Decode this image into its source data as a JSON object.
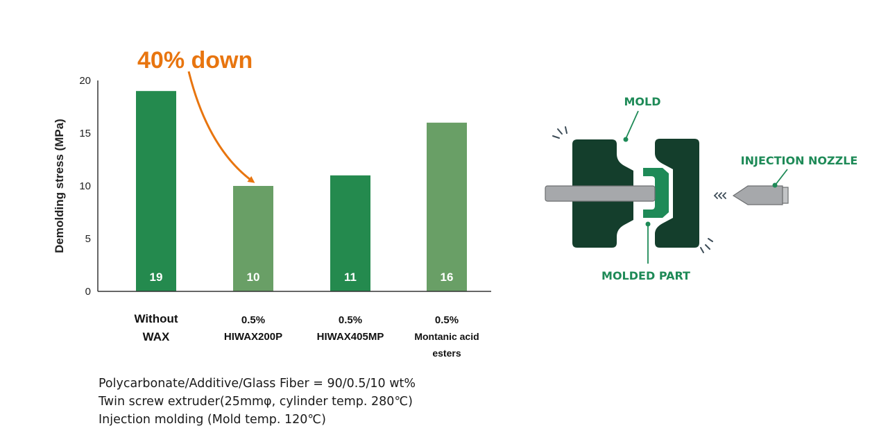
{
  "chart_data": {
    "type": "bar",
    "categories": [
      [
        "Without",
        "WAX"
      ],
      [
        "0.5%",
        "HIWAX200P"
      ],
      [
        "0.5%",
        "HIWAX405MP"
      ],
      [
        "0.5%",
        "Montanic acid",
        "esters"
      ]
    ],
    "values": [
      19,
      10,
      11,
      16
    ],
    "data_labels": [
      "19",
      "10",
      "11",
      "16"
    ],
    "bar_colors": [
      "#248a4e",
      "#699f66",
      "#248a4e",
      "#699f66"
    ],
    "ylabel": "Demolding stress (MPa)",
    "ylim": [
      0,
      20
    ],
    "yticks": [
      0,
      5,
      10,
      15,
      20
    ],
    "grid": false,
    "annotation": {
      "text": "40% down",
      "color": "#e8750f",
      "target_category_index": 1
    }
  },
  "notes": [
    "Polycarbonate/Additive/Glass Fiber = 90/0.5/10 wt%",
    "Twin screw extruder(25mmφ, cylinder temp. 280℃)",
    "Injection molding (Mold temp. 120℃)"
  ],
  "diagram": {
    "labels": {
      "mold": "MOLD",
      "molded_part": "MOLDED PART",
      "injection_nozzle": "INJECTION NOZZLE"
    },
    "colors": {
      "mold": "#143e2c",
      "molded_part": "#1e8a57",
      "label": "#1e8a57",
      "rod": "#a6a8ab",
      "motion_marks": "#3d4c57"
    }
  }
}
